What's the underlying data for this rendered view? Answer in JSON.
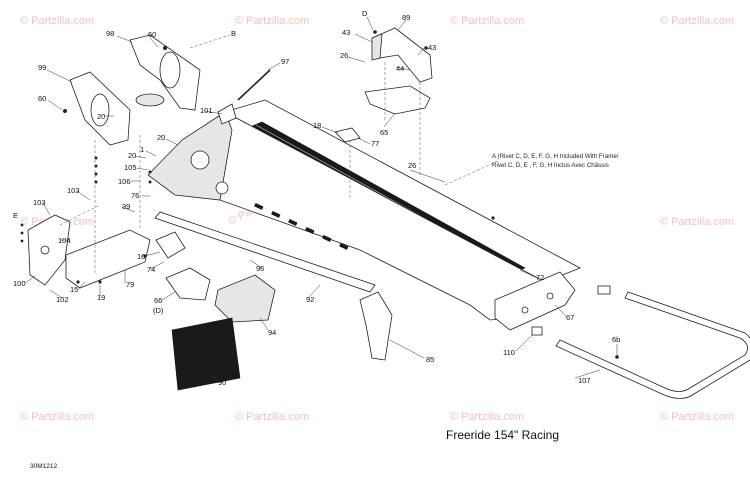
{
  "diagram": {
    "title": "Freeride 154\" Racing",
    "code": "30M1212",
    "note_line1": "A (Rivet C, D, E, F, G, H Included With Frame/",
    "note_line2": "Rivet C, D, E , F, G, H Inclus Avec Châssis",
    "watermark": "© Partzilla.com",
    "labels": {
      "p98": "98",
      "p60a": "60",
      "pB": "B",
      "p99": "99",
      "p60b": "60",
      "p97": "97",
      "pD": "D",
      "p89": "89",
      "p43a": "43",
      "p43b": "43",
      "p26a": "26",
      "p44": "44",
      "p65": "65",
      "p18": "18",
      "p77": "77",
      "p101": "101",
      "p20a": "20",
      "p20b": "20",
      "p1": "1",
      "p105": "105",
      "p106": "106",
      "p76": "76",
      "p103a": "103",
      "p103b": "103",
      "pE": "E",
      "p39": "39",
      "p104": "104",
      "p16": "16",
      "p74": "74",
      "p100": "100",
      "p15": "15",
      "p19": "19",
      "p102": "102",
      "p79": "79",
      "p66": "66",
      "pDp": "(D)",
      "p96": "96",
      "p92": "92",
      "p94": "94",
      "p90": "90",
      "p85": "85",
      "p26b": "26",
      "p72": "72",
      "p67": "67",
      "p110": "110",
      "p6b": "6b",
      "p107": "107"
    }
  }
}
